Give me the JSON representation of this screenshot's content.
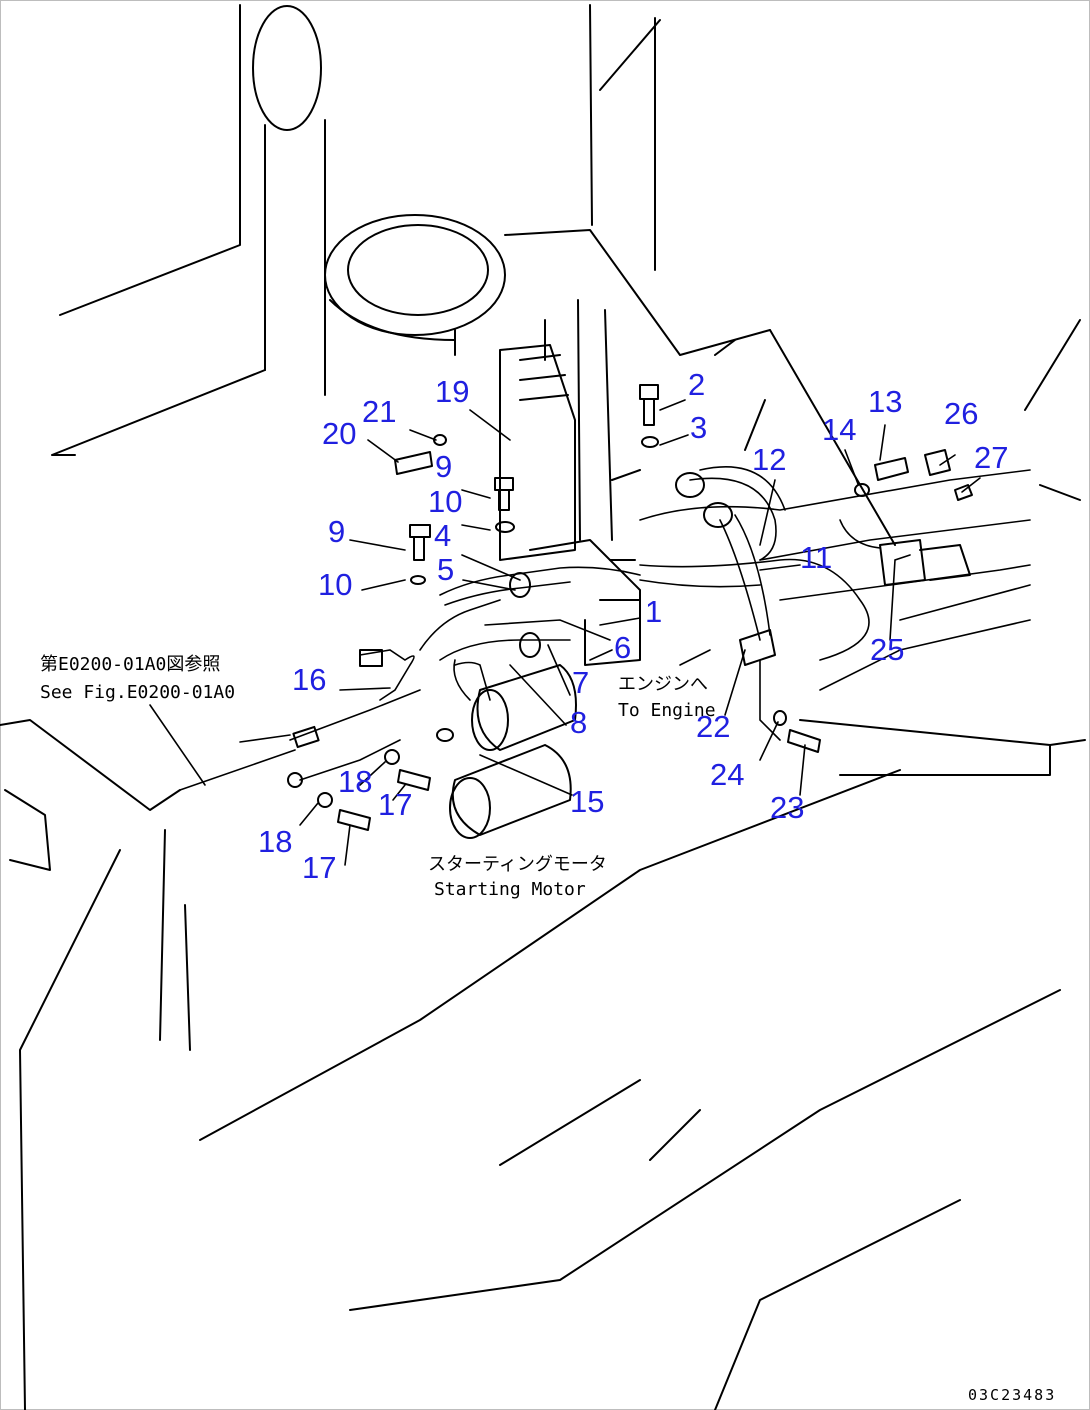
{
  "diagram": {
    "callouts": [
      {
        "id": "c1",
        "label": "1"
      },
      {
        "id": "c2",
        "label": "2"
      },
      {
        "id": "c3",
        "label": "3"
      },
      {
        "id": "c4",
        "label": "4"
      },
      {
        "id": "c5",
        "label": "5"
      },
      {
        "id": "c6",
        "label": "6"
      },
      {
        "id": "c7",
        "label": "7"
      },
      {
        "id": "c8",
        "label": "8"
      },
      {
        "id": "c9a",
        "label": "9"
      },
      {
        "id": "c9b",
        "label": "9"
      },
      {
        "id": "c10a",
        "label": "10"
      },
      {
        "id": "c10b",
        "label": "10"
      },
      {
        "id": "c11",
        "label": "11"
      },
      {
        "id": "c12",
        "label": "12"
      },
      {
        "id": "c13",
        "label": "13"
      },
      {
        "id": "c14",
        "label": "14"
      },
      {
        "id": "c15",
        "label": "15"
      },
      {
        "id": "c16",
        "label": "16"
      },
      {
        "id": "c17a",
        "label": "17"
      },
      {
        "id": "c17b",
        "label": "17"
      },
      {
        "id": "c18a",
        "label": "18"
      },
      {
        "id": "c18b",
        "label": "18"
      },
      {
        "id": "c19",
        "label": "19"
      },
      {
        "id": "c20",
        "label": "20"
      },
      {
        "id": "c21",
        "label": "21"
      },
      {
        "id": "c22",
        "label": "22"
      },
      {
        "id": "c23",
        "label": "23"
      },
      {
        "id": "c24",
        "label": "24"
      },
      {
        "id": "c25",
        "label": "25"
      },
      {
        "id": "c26",
        "label": "26"
      },
      {
        "id": "c27",
        "label": "27"
      }
    ],
    "notes": {
      "see_fig_jp": "第E0200-01A0図参照",
      "see_fig_en": "See Fig.E0200-01A0",
      "to_engine_jp": "エンジンへ",
      "to_engine_en": "To Engine",
      "starting_motor_jp": "スターティングモータ",
      "starting_motor_en": "Starting Motor"
    },
    "figure_ref": "03C23483",
    "callout_color": "#2020e0"
  }
}
